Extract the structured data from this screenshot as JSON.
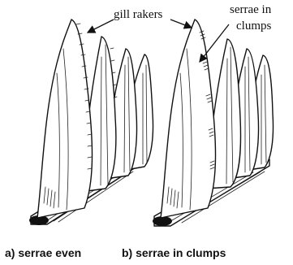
{
  "labels": {
    "gill_rakers": "gill rakers",
    "serrae_in_clumps_line1": "serrae in",
    "serrae_in_clumps_line2": "clumps"
  },
  "captions": {
    "a": "a)  serrae even",
    "b": "b)  serrae in clumps"
  },
  "colors": {
    "ink": "#111111",
    "background": "#ffffff"
  }
}
